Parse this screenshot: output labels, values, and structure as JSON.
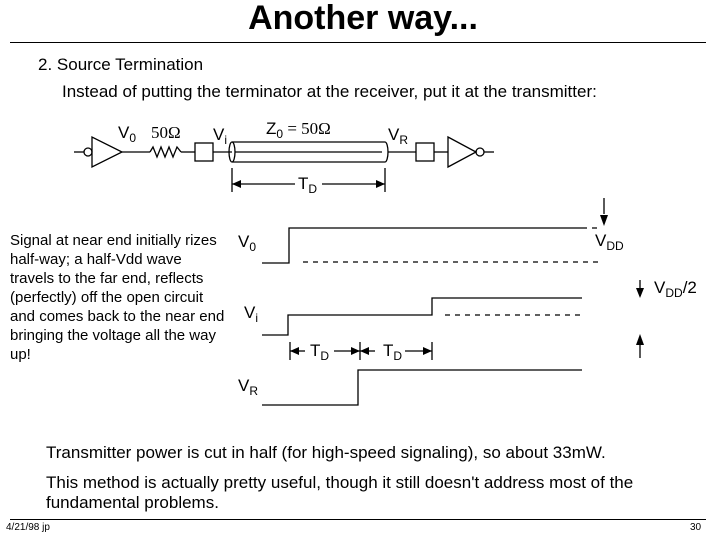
{
  "title": "Another way...",
  "section": "2.  Source Termination",
  "intro": "Instead of putting the terminator at the receiver, put it at the transmitter:",
  "circuit": {
    "v0": "V",
    "v0_sub": "0",
    "resistor": "50Ω",
    "vi": "V",
    "vi_sub": "i",
    "z0": "Z",
    "z0_sub": "0",
    "z0_value": " = 50Ω",
    "vr": "V",
    "vr_sub": "R",
    "td": "T",
    "td_sub": "D"
  },
  "waveforms": {
    "v0": "V",
    "v0_sub": "0",
    "vi": "V",
    "vi_sub": "i",
    "vr": "V",
    "vr_sub": "R",
    "vdd": "V",
    "vdd_sub": "DD",
    "vdd_half": "V",
    "vdd_half_sub": "DD",
    "vdd_half_suffix": "/2",
    "td": "T",
    "td_sub": "D"
  },
  "side_note": "Signal at near end initially rizes half-way; a half-Vdd wave travels to the far end, reflects (perfectly) off the open circuit and comes back to the near end bringing the voltage all the way up!",
  "power_note": "Transmitter power is cut in half (for high-speed signaling), so about 33mW.",
  "method_note": "This method is actually pretty useful, though it still doesn't address most of the fundamental problems.",
  "footer": {
    "date": "4/21/98  jp",
    "page": "30"
  }
}
